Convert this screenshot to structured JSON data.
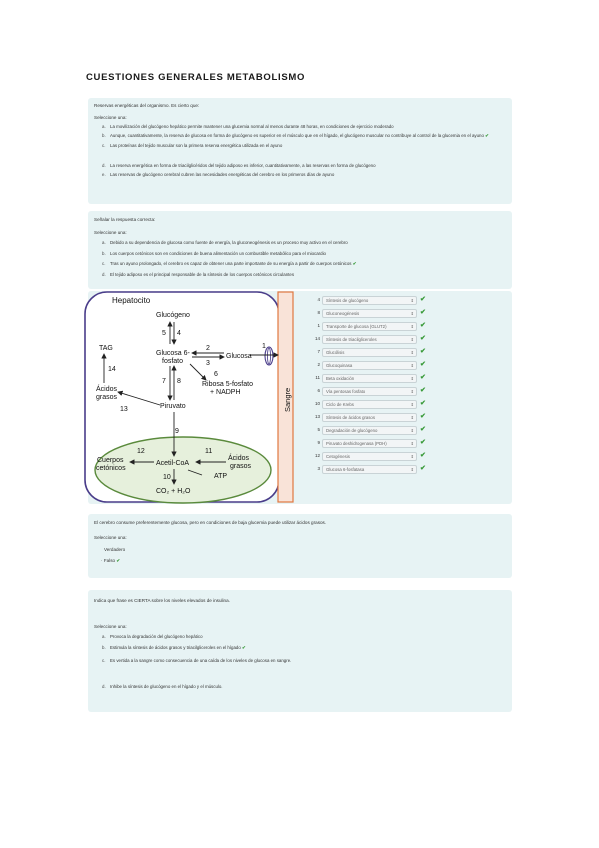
{
  "title": "CUESTIONES GENERALES METABOLISMO",
  "q1": {
    "text": "Reservas energéticas del organismo. Es cierto que:",
    "select": "Seleccione una:",
    "options": [
      {
        "letter": "a.",
        "text": "La movilización del glucógeno hepático permite mantener una glucemia normal al menos durante 48 horas, en condiciones de ejercicio moderado"
      },
      {
        "letter": "b.",
        "text": "Aunque, cuantitativamente, la reserva de glucosa en forma de glucógeno es superior en el músculo que en el hígado, el glucógeno muscular no contribuye al control de la glucemia en el ayuno",
        "correct": "✔"
      },
      {
        "letter": "c.",
        "text": "Las proteínas del tejido muscular son la primera reserva energética utilizada en el ayuno"
      },
      {
        "letter": "d.",
        "text": "La reserva energética en forma de triacilglicéridos del tejido adiposo es inferior, cuantitativamente, a las reservas en forma de glucógeno"
      },
      {
        "letter": "e.",
        "text": "Las reservas de glucógeno cerebral cubren las necesidades energéticas del cerebro en los primeros días de ayuno"
      }
    ]
  },
  "q2": {
    "text": "Señalar la respuesta correcta:",
    "select": "Seleccione una:",
    "options": [
      {
        "letter": "a.",
        "text": "Debido a su dependencia de glucosa como fuente de energía, la gluconeogénesis es un proceso muy activo en el cerebro"
      },
      {
        "letter": "b.",
        "text": "Los cuerpos cetónicos son en condiciones de buena alimentación un combustible metabólico para el miocardio"
      },
      {
        "letter": "c.",
        "text": "Tras un ayuno prolongado, el cerebro es capaz de obtener una parte importante de su energía a partir de cuerpos cetónicos",
        "correct": "✔"
      },
      {
        "letter": "d.",
        "text": "El tejido adiposo es el principal responsable de la síntesis de los cuerpos cetónicos circulantes"
      }
    ]
  },
  "diagram": {
    "hepatocito": "Hepatocito",
    "glucogeno": "Glucógeno",
    "glucosa6": "Glucosa 6-",
    "fosfato": "fosfato",
    "glucosa": "Glucosa",
    "tag": "TAG",
    "acidos": "Ácidos",
    "grasos": "grasos",
    "ribosa1": "Ribosa 5-fosfato",
    "ribosa2": "+ NADPH",
    "piruvato": "Piruvato",
    "cuerpos": "Cuerpos",
    "cetonicos": "cetónicos",
    "acetil": "Acetil-CoA",
    "atp": "ATP",
    "co2": "CO₂ + H₂O",
    "acidos2": "Ácidos",
    "grasos2": "grasos",
    "sangre": "Sangre",
    "n1": "1",
    "n2": "2",
    "n3": "3",
    "n4": "4",
    "n5": "5",
    "n6": "6",
    "n7": "7",
    "n8": "8",
    "n9": "9",
    "n10": "10",
    "n11": "11",
    "n12": "12",
    "n13": "13",
    "n14": "14"
  },
  "matching": [
    {
      "num": "4",
      "label": "Síntesis de glucógeno"
    },
    {
      "num": "8",
      "label": "Gluconeogénesis"
    },
    {
      "num": "1",
      "label": "Transporte de glucosa (GLUT2)"
    },
    {
      "num": "14",
      "label": "Síntesis de triacilgliceroles"
    },
    {
      "num": "7",
      "label": "Glucólisis"
    },
    {
      "num": "2",
      "label": "Glucoquinasa"
    },
    {
      "num": "11",
      "label": "Beta oxidación"
    },
    {
      "num": "6",
      "label": "Vía pentosas fosfato"
    },
    {
      "num": "10",
      "label": "Ciclo de Krebs"
    },
    {
      "num": "13",
      "label": "Síntesis de ácidos grasos"
    },
    {
      "num": "5",
      "label": "Degradación de glucógeno"
    },
    {
      "num": "9",
      "label": "Piruvato deshidrogenasa (PDH)"
    },
    {
      "num": "12",
      "label": "Cetogénesis"
    },
    {
      "num": "3",
      "label": "Glucosa 6-fosfatasa"
    }
  ],
  "check_mark": "✔",
  "dd_arrow": "⇕",
  "q3": {
    "text": "El cerebro consume preferentemente glucosa, pero en condiciones de baja glucemia puede utilizar ácidos grasos.",
    "select": "Seleccione una:",
    "opt_true": "Verdadero",
    "opt_false": "Falso",
    "correct": "✔"
  },
  "q4": {
    "text": "Indica que frase es CIERTA sobre los niveles elevados de insulina.",
    "select": "Seleccione una:",
    "options": [
      {
        "letter": "a.",
        "text": "Provoca la degradación del glucógeno hepático"
      },
      {
        "letter": "b.",
        "text": "Estimula la síntesis de ácidos grasos y triacilgliceroles en el hígado",
        "correct": "✔"
      },
      {
        "letter": "c.",
        "text": "Es vertida a la sangre como consecuencia de una caída de los niveles de glucosa en sangre."
      },
      {
        "letter": "d.",
        "text": "Inhibe la síntesis de glucógeno en el hígado y el músculo."
      }
    ]
  }
}
